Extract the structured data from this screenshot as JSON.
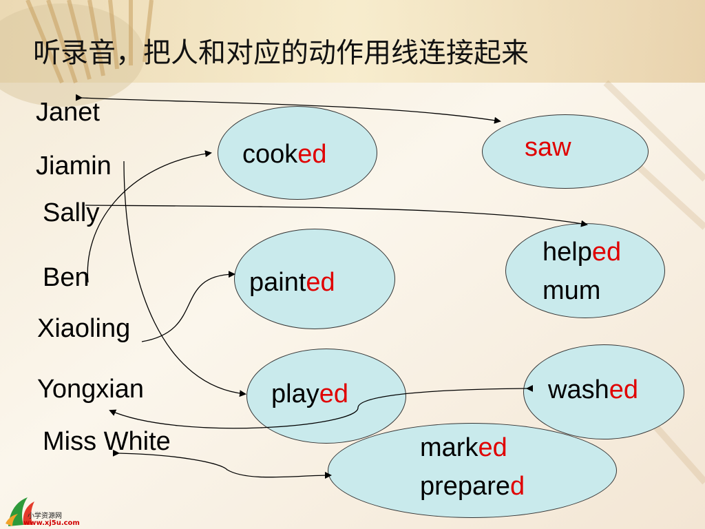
{
  "slide": {
    "instruction": "听录音，把人和对应的动作用线连接起来",
    "names": [
      "Janet",
      "Jiamin",
      "Sally",
      "Ben",
      "Xiaoling",
      "Yongxian",
      "Miss White"
    ],
    "actions": {
      "cooked": {
        "stem": "cook",
        "suffix": "ed"
      },
      "saw": {
        "text": "saw"
      },
      "helped": {
        "stem": "help",
        "suffix": "ed",
        "line2": "mum"
      },
      "painted": {
        "stem": "paint",
        "suffix": "ed"
      },
      "played": {
        "stem": "play",
        "suffix": "ed"
      },
      "washed": {
        "stem": "wash",
        "suffix": "ed"
      },
      "marked": {
        "stem": "mark",
        "suffix": "ed"
      },
      "prepared": {
        "stem": "prepare",
        "suffix": "d"
      }
    }
  },
  "logo": {
    "text": "小学资源网",
    "url": "www.xj5u.com"
  },
  "colors": {
    "oval_fill": "#c9eaec",
    "accent_red": "#e00000"
  }
}
